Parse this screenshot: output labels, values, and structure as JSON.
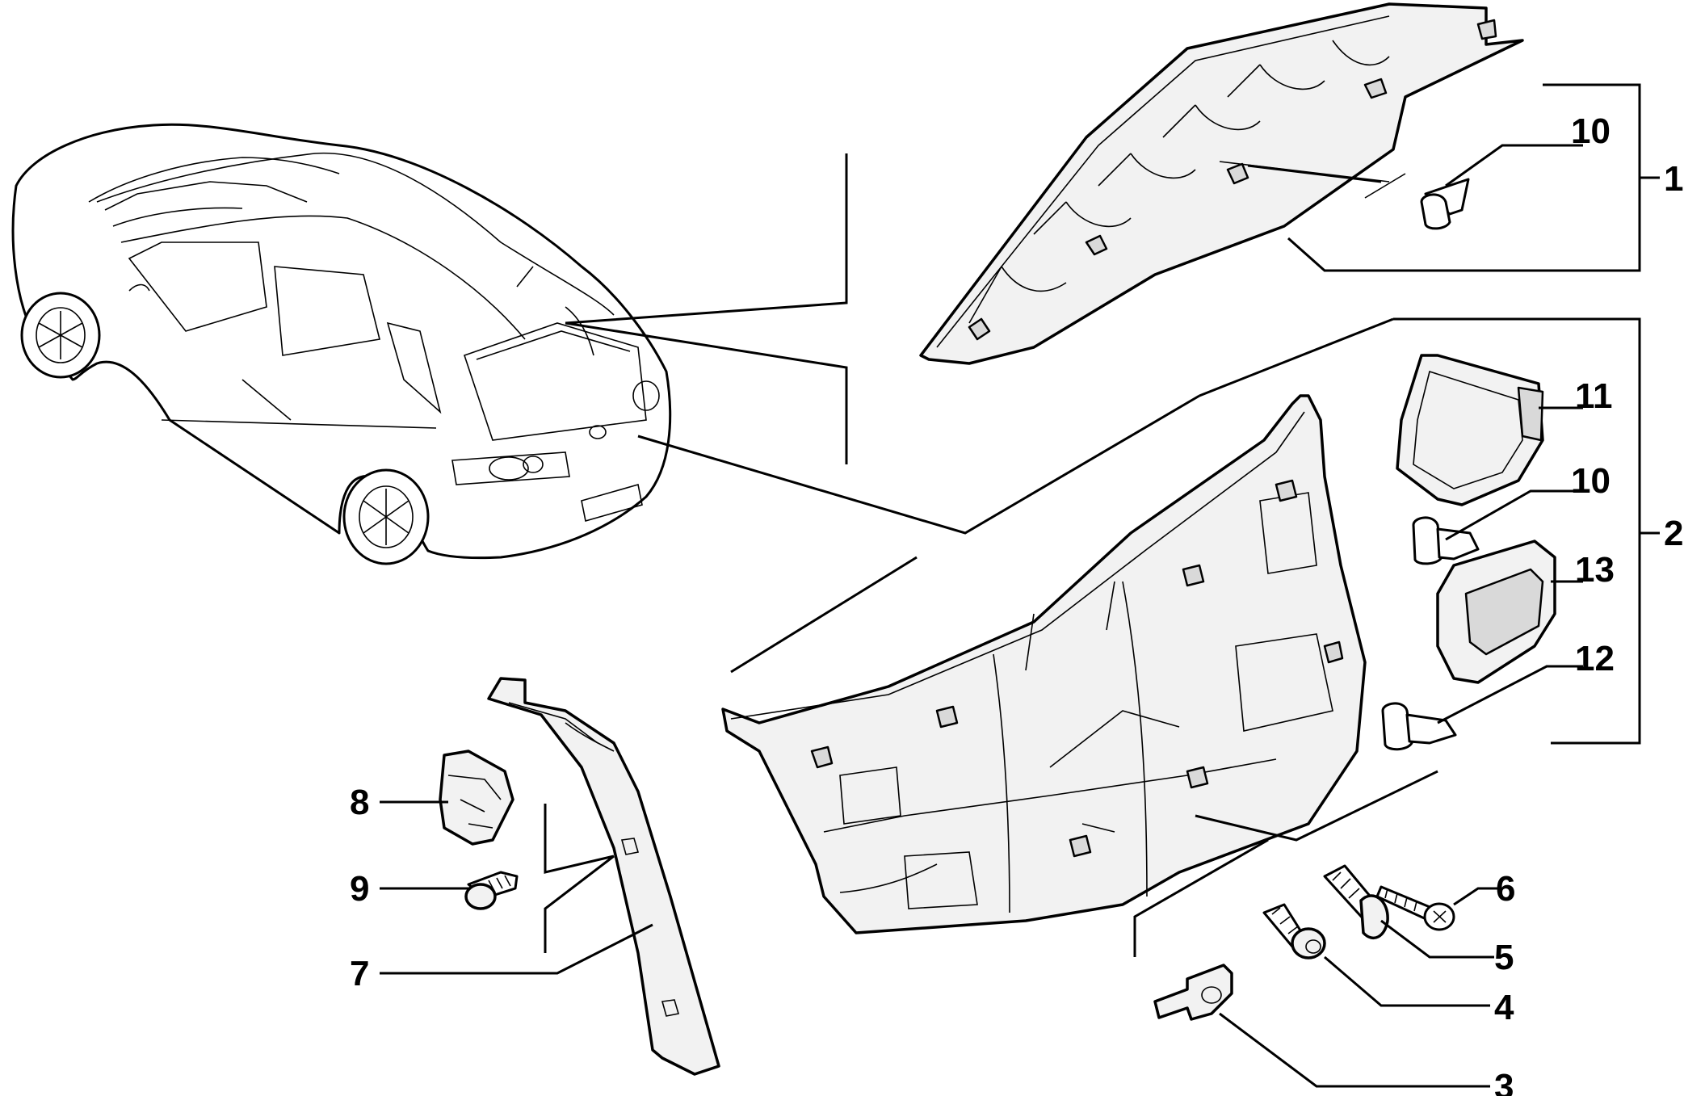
{
  "diagram": {
    "callouts": [
      {
        "label": "1"
      },
      {
        "label": "2"
      },
      {
        "label": "3"
      },
      {
        "label": "4"
      },
      {
        "label": "5"
      },
      {
        "label": "6"
      },
      {
        "label": "7"
      },
      {
        "label": "8"
      },
      {
        "label": "9"
      },
      {
        "label": "10"
      },
      {
        "label": "10"
      },
      {
        "label": "11"
      },
      {
        "label": "12"
      },
      {
        "label": "13"
      }
    ]
  }
}
